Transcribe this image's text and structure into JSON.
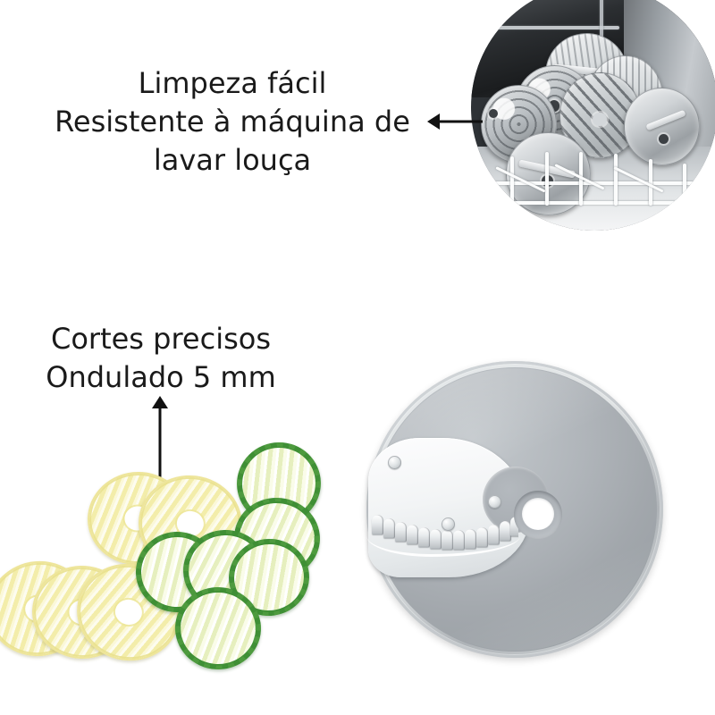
{
  "page": {
    "title": "Limpeza fácil e cortes precisos",
    "background_color": "#ffffff",
    "text_color": "#1a1a1a"
  },
  "callouts": [
    {
      "id": "dishwasher",
      "lines": [
        "Limpeza fácil",
        "Resistente à máquina de",
        "lavar louça"
      ],
      "text": "Limpeza fácil\nResistente à máquina de\nlavar louça",
      "arrow": "arrow-left",
      "points_to": "dishwasher-photo"
    },
    {
      "id": "cut",
      "lines": [
        "Cortes precisos",
        "Ondulado 5 mm"
      ],
      "text": "Cortes precisos\nOndulado 5 mm",
      "arrow": "arrow-up",
      "points_to": "vegetable-slices"
    }
  ],
  "images": {
    "dishwasher_photo": {
      "label": "slicing-discs-in-dishwasher-rack",
      "shape": "circle",
      "palette": [
        "#2b2e31",
        "#9aa0a5",
        "#e2e5e7",
        "#fbfcfc"
      ]
    },
    "slicing_disc": {
      "label": "wavy-slicing-disc-5mm",
      "body_color": "#a8adb2",
      "blade_color": "#f5f7f8",
      "hub_color": "#ffffff",
      "rivet_count": 4,
      "tooth_count": 13
    },
    "vegetables": {
      "label": "crinkle-cut-potato-and-courgette-slices",
      "potato_color": "#f3edaa",
      "potato_highlight": "#fdfcef",
      "courgette_skin_color": "#3f8f35",
      "courgette_flesh_color": "#fafce9",
      "potato_slice_count": 5,
      "courgette_slice_count": 6
    }
  }
}
